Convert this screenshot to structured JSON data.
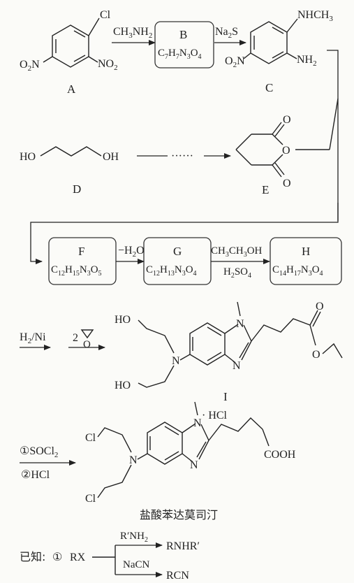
{
  "labels": {
    "A": "A",
    "B": "B",
    "C": "C",
    "D": "D",
    "E": "E",
    "F": "F",
    "G": "G",
    "H": "H",
    "I": "I",
    "final_name": "盐酸苯达莫司汀"
  },
  "compounds": {
    "A": {
      "cl": "Cl",
      "no2_right_main": "NO",
      "no2_right_sub": "2",
      "o2n_o": "O",
      "o2n_sub": "2",
      "o2n_n": "N"
    },
    "C": {
      "nhch_main": "NHCH",
      "nhch_sub": "3",
      "nh_main": "NH",
      "nh_sub": "2",
      "o2n_o": "O",
      "o2n_sub": "2",
      "o2n_n": "N"
    },
    "D": {
      "ho": "HO",
      "oh": "OH"
    },
    "E": {
      "o_top": "O",
      "o_ring": "O",
      "o_bottom": "O"
    },
    "I": {
      "n1": "N",
      "n3": "N",
      "o_carbonyl": "O",
      "o_ester": "O",
      "n_amine": "N",
      "ho_top": "HO",
      "ho_bottom": "HO"
    },
    "final": {
      "n1": "N",
      "n3": "N",
      "hcl": "· HCl",
      "cooh": "COOH",
      "n_amine": "N",
      "cl_top": "Cl",
      "cl_bottom": "Cl"
    }
  },
  "formulas": {
    "B": {
      "c": "C",
      "c_n": "7",
      "h": "H",
      "h_n": "7",
      "n": "N",
      "n_n": "3",
      "o": "O",
      "o_n": "4"
    },
    "F": {
      "c": "C",
      "c_n": "12",
      "h": "H",
      "h_n": "15",
      "n": "N",
      "n_n": "3",
      "o": "O",
      "o_n": "5"
    },
    "G": {
      "c": "C",
      "c_n": "12",
      "h": "H",
      "h_n": "13",
      "n": "N",
      "n_n": "3",
      "o": "O",
      "o_n": "4"
    },
    "H": {
      "c": "C",
      "c_n": "14",
      "h": "H",
      "h_n": "17",
      "n": "N",
      "n_n": "3",
      "o": "O",
      "o_n": "4"
    }
  },
  "reagents": {
    "ab_1": "CH",
    "ab_sub": "3",
    "ab_2": "NH",
    "ab_sub2": "2",
    "bc_1": "Na",
    "bc_sub": "2",
    "bc_2": "S",
    "de_dots": "······",
    "fg_1": "−H",
    "fg_sub": "2",
    "fg_2": "O",
    "gh_1": "CH",
    "gh_sub": "3",
    "gh_2": "CH",
    "gh_3": "OH",
    "gh_acid_1": "H",
    "gh_acid_sub1": "2",
    "gh_acid_2": "SO",
    "gh_acid_sub2": "4",
    "hi_1": "H",
    "hi_sub": "2",
    "hi_2": "/Ni",
    "epoxide_n": "2",
    "epoxide_o": "O",
    "final_1": "①SOCl",
    "final_sub": "2",
    "final_2": "②HCl"
  },
  "known": {
    "prefix": "已知:",
    "index": "①",
    "rx": "RX",
    "reagent1_main": "R′NH",
    "reagent1_sub": "2",
    "reagent2": "NaCN",
    "product1": "RNHR′",
    "product2": "RCN"
  }
}
